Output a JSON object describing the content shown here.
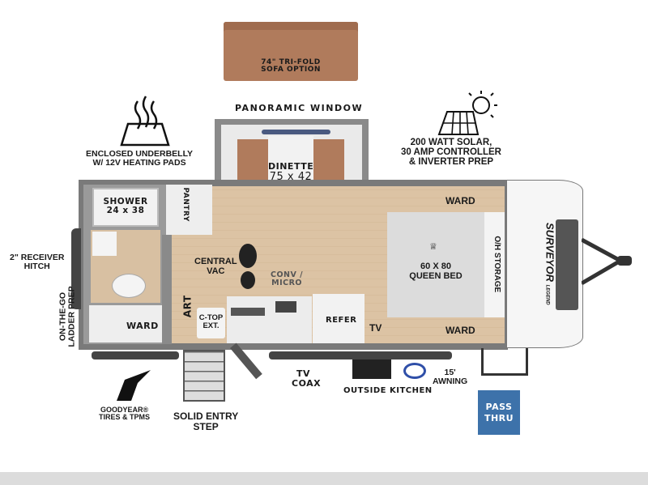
{
  "labels": {
    "sofa": "74\" TRI-FOLD SOFA OPTION",
    "panoramic_window": "PANORAMIC WINDOW",
    "underbelly": [
      "ENCLOSED UNDERBELLY",
      "W/ 12V HEATING PADS"
    ],
    "solar": [
      "200 WATT SOLAR,",
      "30 AMP CONTROLLER",
      "& INVERTER PREP"
    ],
    "dinette": [
      "DINETTE",
      "75 x 42"
    ],
    "shower": [
      "SHOWER",
      "24 x 38"
    ],
    "pantry": "PANTRY",
    "ward_front_top": "WARD",
    "ward_front_bottom": "WARD",
    "ward_rear": "WARD",
    "bed": [
      "60 X 80",
      "QUEEN BED"
    ],
    "oh_storage": "O/H STORAGE",
    "brand": "SURVEYOR",
    "brand_sub": "LEGEND",
    "receiver_hitch": [
      "2\" RECEIVER",
      "HITCH"
    ],
    "ladder_prep": [
      "ON-THE-GO",
      "LADDER PREP"
    ],
    "central_vac": [
      "CENTRAL",
      "VAC"
    ],
    "conv_micro": [
      "CONV /",
      "MICRO"
    ],
    "art": "ART",
    "ctop_ext": [
      "C-TOP",
      "EXT."
    ],
    "refer": "REFER",
    "tv": "TV",
    "tv_coax": [
      "TV",
      "COAX"
    ],
    "outside_kitchen": "OUTSIDE KITCHEN",
    "awning": [
      "15'",
      "AWNING"
    ],
    "goodyear": [
      "GOODYEAR®",
      "TIRES & TPMS"
    ],
    "entry_step": [
      "SOLID ENTRY",
      "STEP"
    ],
    "pass_thru": [
      "PASS",
      "THRU"
    ]
  },
  "colors": {
    "sofa": "#b07b5c",
    "pass_thru": "#3d72aa",
    "floor": "#dcc3a4",
    "wall": "#7a7a7a"
  }
}
